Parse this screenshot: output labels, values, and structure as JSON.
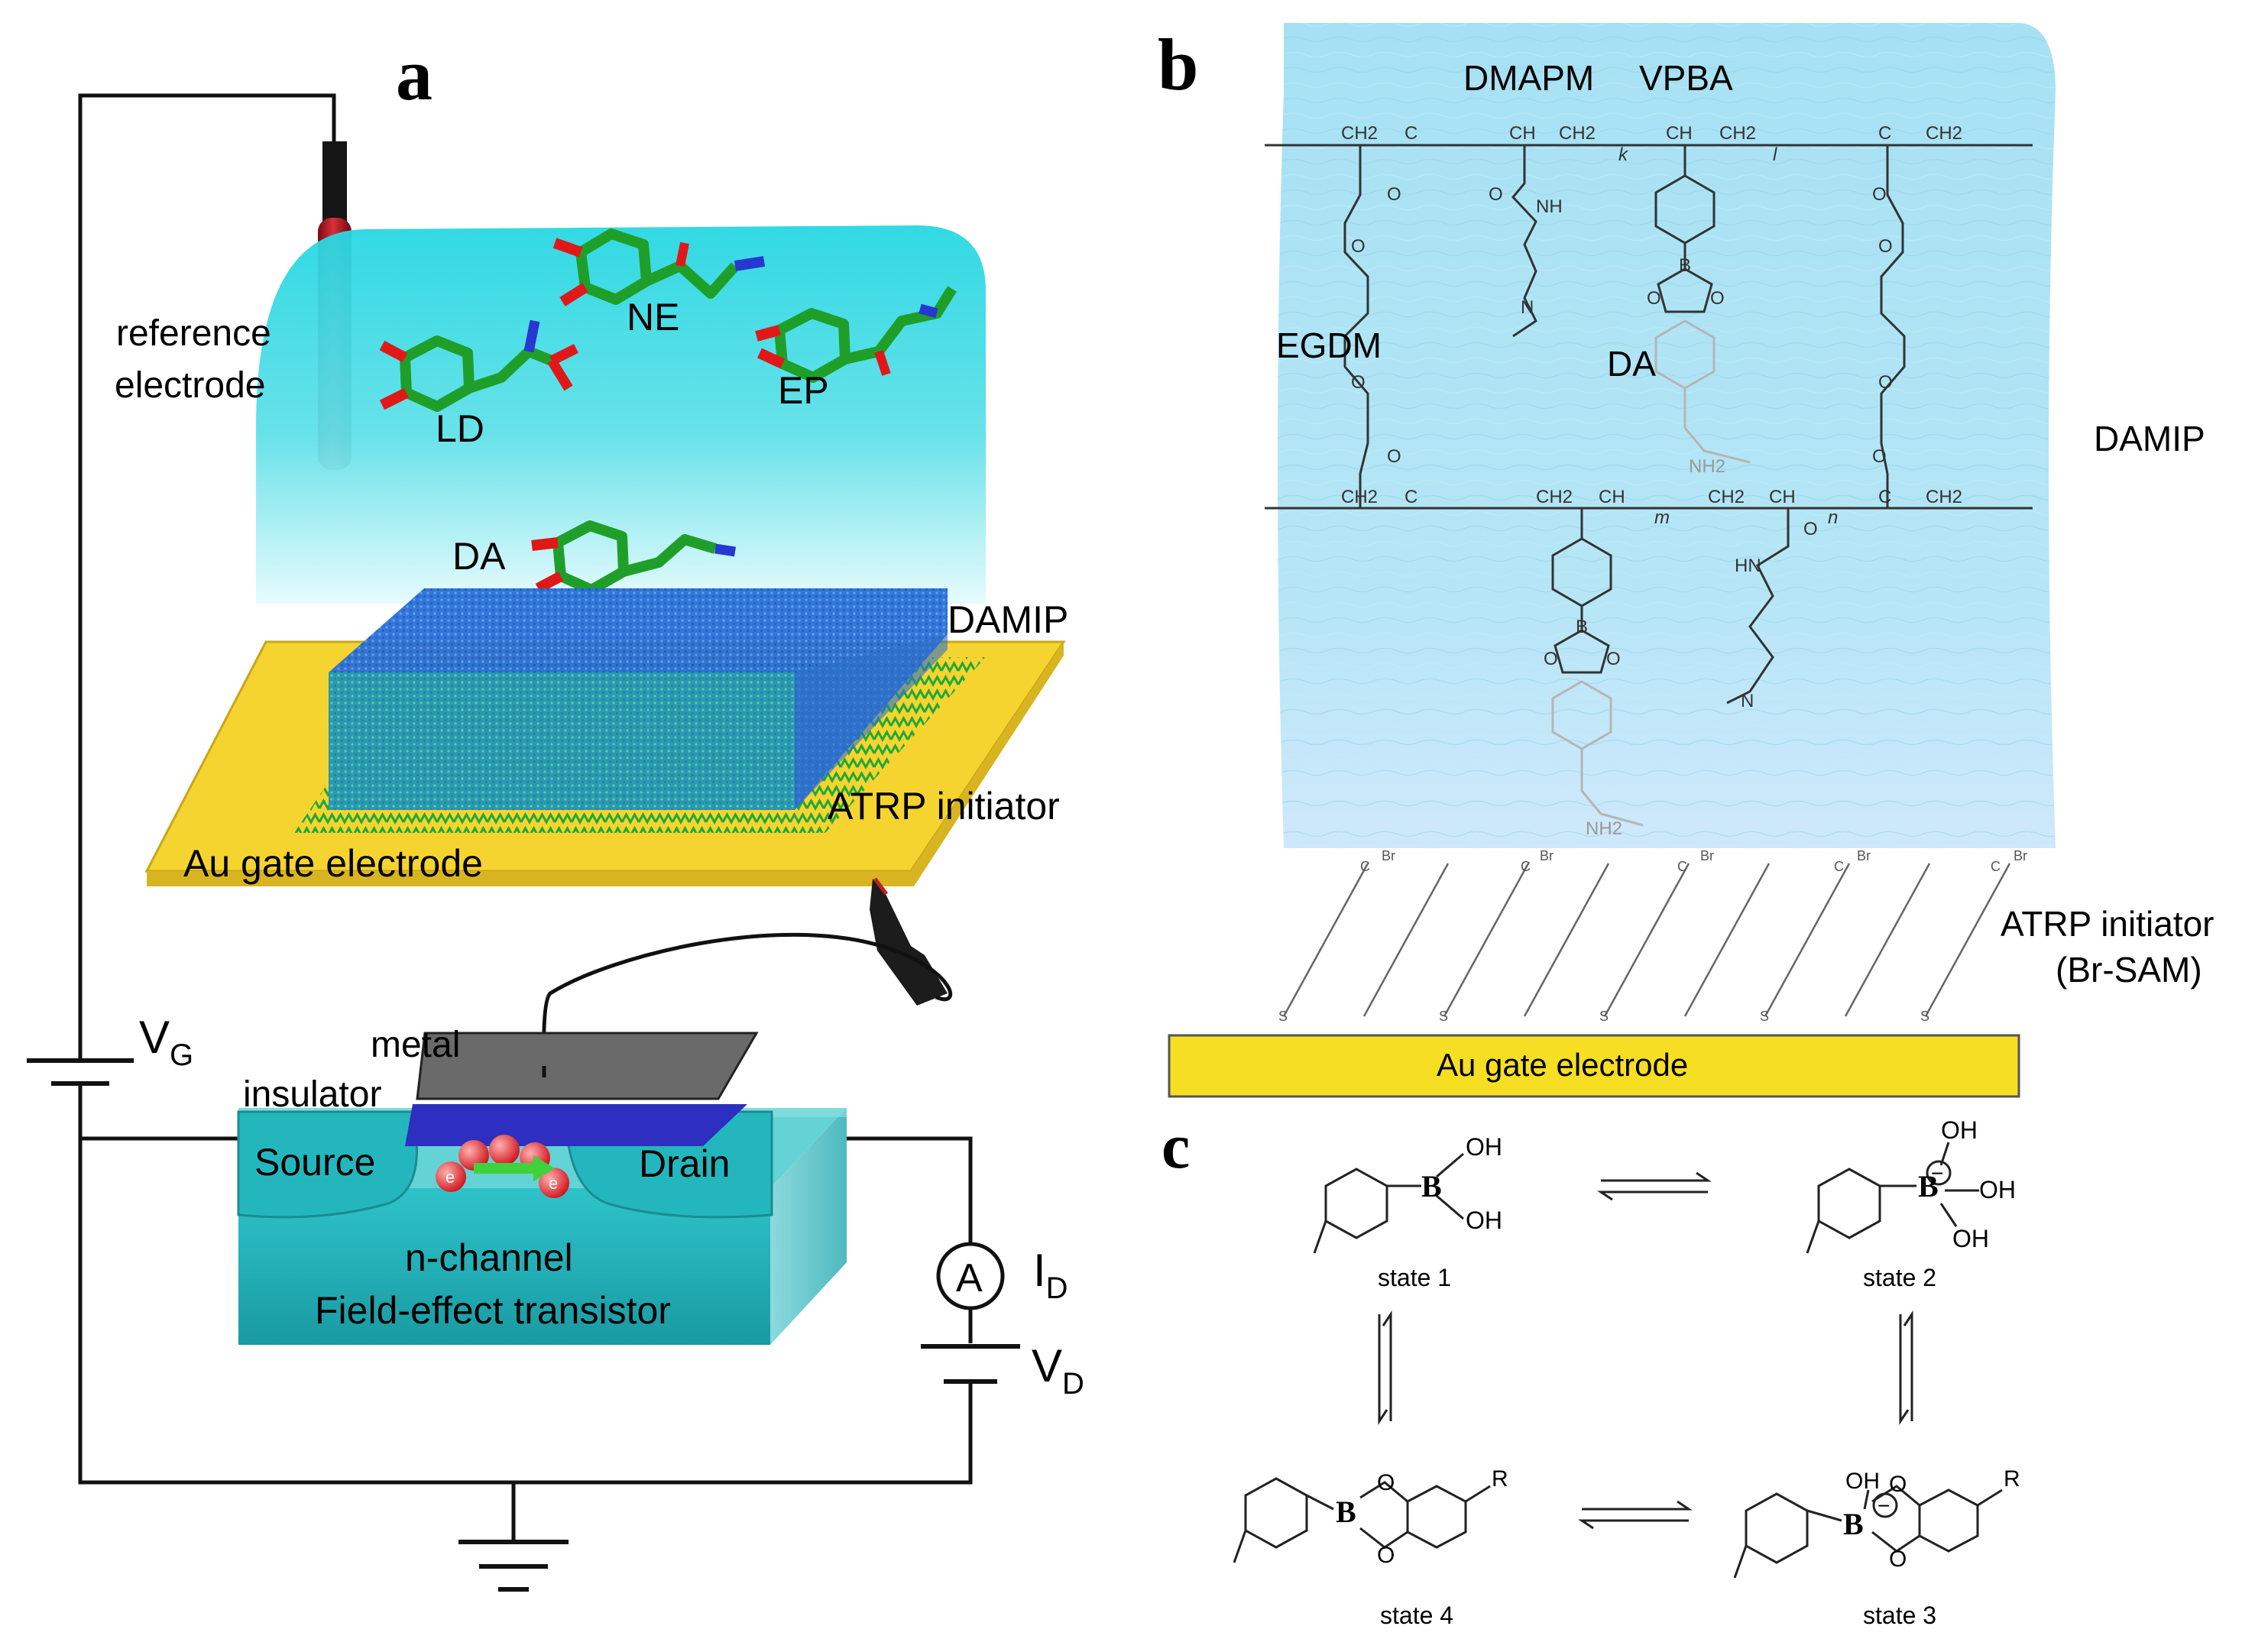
{
  "panel_a": {
    "letter": "a",
    "reference_electrode_line1": "reference",
    "reference_electrode_line2": "electrode",
    "molecule_ne": "NE",
    "molecule_ld": "LD",
    "molecule_ep": "EP",
    "molecule_da": "DA",
    "damip": "DAMIP",
    "atrp_initiator": "ATRP initiator",
    "au_gate_electrode": "Au gate electrode",
    "metal": "metal",
    "insulator": "insulator",
    "source": "Source",
    "drain": "Drain",
    "electron": "e",
    "channel_line1": "n-channel",
    "channel_line2": "Field-effect transistor",
    "vg_main": "V",
    "vg_sub": "G",
    "ammeter": "A",
    "id_main": "I",
    "id_sub": "D",
    "vd_main": "V",
    "vd_sub": "D"
  },
  "panel_b": {
    "letter": "b",
    "dmapm": "DMAPM",
    "vpba": "VPBA",
    "egdm": "EGDM",
    "da": "DA",
    "damip": "DAMIP",
    "nh2": "NH2",
    "atrp_line1": "ATRP initiator",
    "atrp_line2": "(Br-SAM)",
    "au_gate_electrode": "Au gate electrode",
    "sub_k": "k",
    "sub_l": "l",
    "sub_m": "m",
    "sub_n": "n",
    "o_atom": "O",
    "nh_atom": "NH",
    "hn_atom": "HN",
    "n_atom": "N",
    "b_atom": "B",
    "br_atom": "Br",
    "c_atom": "C",
    "s_atom": "S",
    "ch2": "CH2",
    "ch": "CH",
    "c_backbone": "C"
  },
  "panel_c": {
    "letter": "c",
    "state1": "state 1",
    "state2": "state 2",
    "state3": "state 3",
    "state4": "state 4",
    "b_atom": "B",
    "oh": "OH",
    "o_atom": "O",
    "r_group": "R",
    "minus": "−"
  },
  "colors": {
    "gel_blue": "#a8e3f2",
    "solution_cyan": "#33d6df",
    "gold": "#f6d42f",
    "fet_teal": "#22b9c0",
    "electrode_red": "#b3121c",
    "molecule_green": "#27a82b"
  }
}
